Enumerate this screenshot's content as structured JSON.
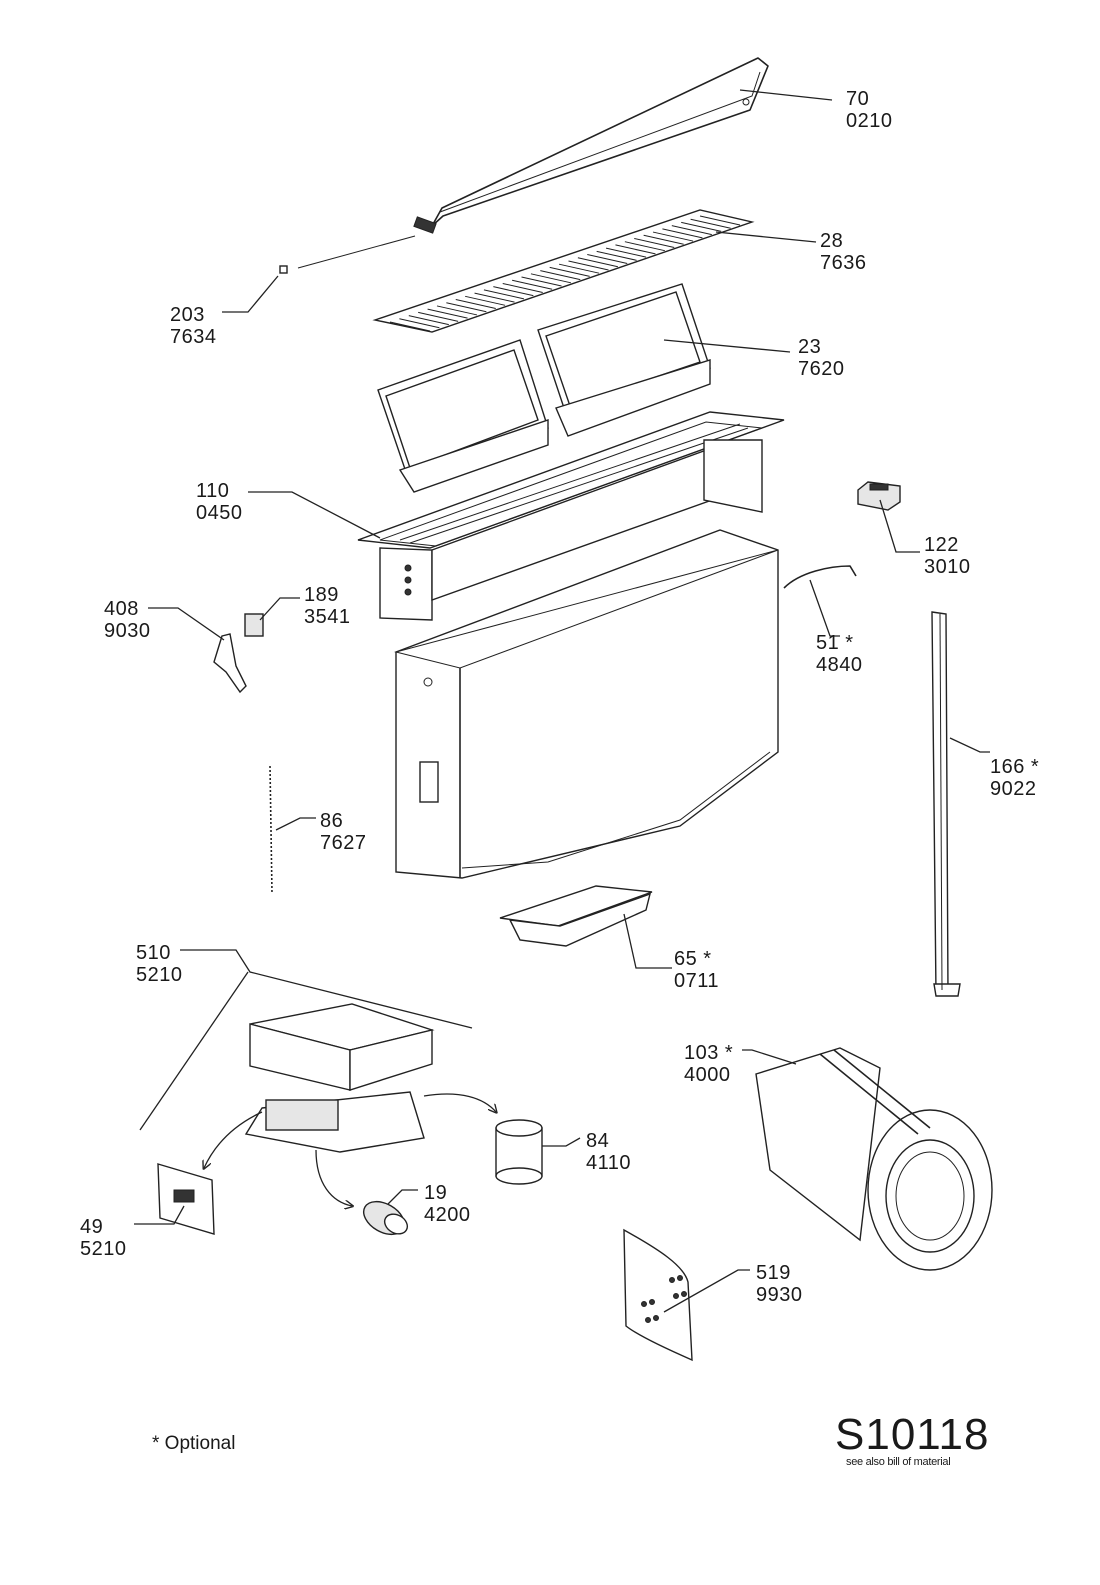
{
  "parts": [
    {
      "pos": "70",
      "code": "0210"
    },
    {
      "pos": "28",
      "code": "7636"
    },
    {
      "pos": "203",
      "code": "7634"
    },
    {
      "pos": "23",
      "code": "7620"
    },
    {
      "pos": "110",
      "code": "0450"
    },
    {
      "pos": "122",
      "code": "3010"
    },
    {
      "pos": "189",
      "code": "3541"
    },
    {
      "pos": "408",
      "code": "9030"
    },
    {
      "pos": "51 *",
      "code": "4840"
    },
    {
      "pos": "166 *",
      "code": "9022"
    },
    {
      "pos": "86",
      "code": "7627"
    },
    {
      "pos": "65 *",
      "code": "0711"
    },
    {
      "pos": "510",
      "code": "5210"
    },
    {
      "pos": "103 *",
      "code": "4000"
    },
    {
      "pos": "84",
      "code": "4110"
    },
    {
      "pos": "19",
      "code": "4200"
    },
    {
      "pos": "49",
      "code": "5210"
    },
    {
      "pos": "519",
      "code": "9930"
    }
  ],
  "footnote": "* Optional",
  "drawing_number": "S10118",
  "reference_note": "see also bill of material"
}
